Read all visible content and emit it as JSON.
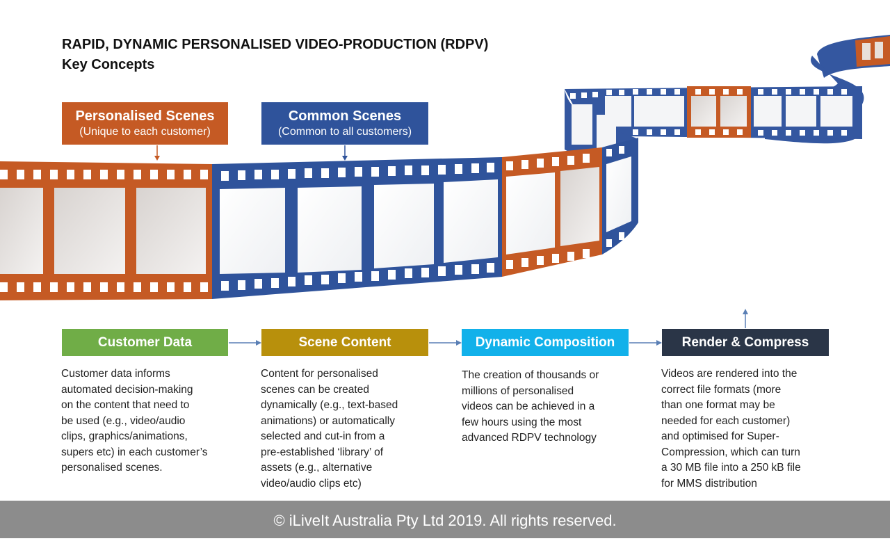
{
  "title": {
    "line1": "RAPID, DYNAMIC PERSONALISED VIDEO-PRODUCTION (RDPV)",
    "line2": "Key Concepts"
  },
  "scene_labels": {
    "personalised": {
      "title": "Personalised Scenes",
      "subtitle": "(Unique to each customer)",
      "color": "#c55a24"
    },
    "common": {
      "title": "Common Scenes",
      "subtitle": "(Common to all customers)",
      "color": "#2f539b"
    }
  },
  "stages": [
    {
      "title": "Customer Data",
      "color": "#70ad47",
      "lines": [
        "Customer data informs",
        "automated decision-making",
        "on the content that need to",
        "be used (e.g., video/audio",
        "clips, graphics/animations,",
        "supers etc) in each customer’s",
        "personalised scenes."
      ]
    },
    {
      "title": "Scene Content",
      "color": "#b8900c",
      "lines": [
        "Content for personalised",
        "scenes can be created",
        "dynamically (e.g., text-based",
        "animations) or automatically",
        "selected and cut-in from a",
        "pre-established ‘library’ of",
        "assets (e.g., alternative",
        "video/audio clips etc)"
      ]
    },
    {
      "title": "Dynamic Composition",
      "color": "#12b1ea",
      "lines": [
        "The creation of thousands or",
        "millions of personalised",
        "videos can be achieved in a",
        "few hours using the most",
        "advanced RDPV technology"
      ]
    },
    {
      "title": "Render & Compress",
      "color": "#2a3547",
      "lines": [
        "Videos are rendered into the",
        "correct file formats (more",
        "than one format may be",
        "needed for each customer)",
        "and optimised for Super-",
        "Compression, which can turn",
        "a 30 MB file into a 250 kB file",
        "for MMS distribution"
      ]
    }
  ],
  "footer": "© iLiveIt Australia Pty Ltd 2019. All rights reserved."
}
